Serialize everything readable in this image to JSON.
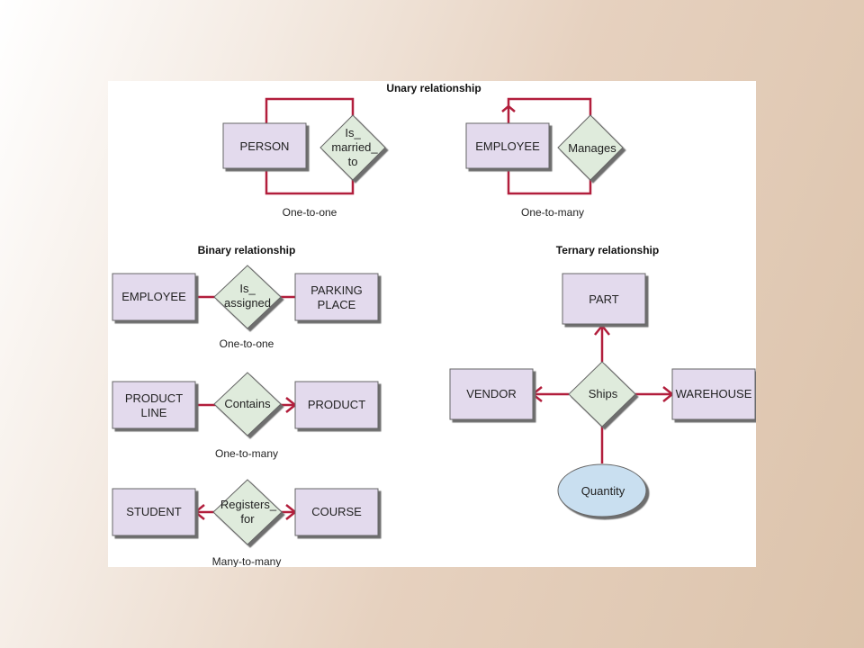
{
  "headers": {
    "unary": "Unary relationship",
    "binary": "Binary relationship",
    "ternary": "Ternary relationship"
  },
  "unary": {
    "one_to_one": {
      "entity": "PERSON",
      "relationship_lines": [
        "Is_",
        "married_",
        "to"
      ],
      "caption": "One-to-one"
    },
    "one_to_many": {
      "entity": "EMPLOYEE",
      "relationship": "Manages",
      "caption": "One-to-many"
    }
  },
  "binary": {
    "one_to_one": {
      "left_entity": "EMPLOYEE",
      "relationship_lines": [
        "Is_",
        "assigned"
      ],
      "right_entity_lines": [
        "PARKING",
        "PLACE"
      ],
      "caption": "One-to-one"
    },
    "one_to_many": {
      "left_entity_lines": [
        "PRODUCT",
        "LINE"
      ],
      "relationship": "Contains",
      "right_entity": "PRODUCT",
      "caption": "One-to-many"
    },
    "many_to_many": {
      "left_entity": "STUDENT",
      "relationship_lines": [
        "Registers_",
        "for"
      ],
      "right_entity": "COURSE",
      "caption": "Many-to-many"
    }
  },
  "ternary": {
    "top_entity": "PART",
    "left_entity": "VENDOR",
    "right_entity": "WAREHOUSE",
    "relationship": "Ships",
    "attribute": "Quantity"
  },
  "colors": {
    "entity_fill": "#e3daed",
    "relationship_fill": "#dfebdc",
    "attribute_fill": "#c9dff0",
    "line": "#b21e3c",
    "shadow": "#6e6e6e"
  }
}
